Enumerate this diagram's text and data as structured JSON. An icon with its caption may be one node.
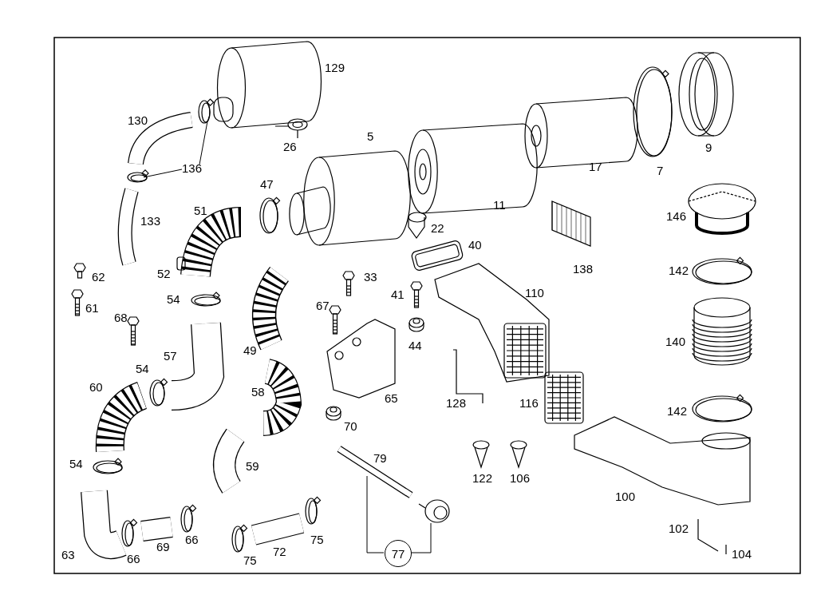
{
  "diagram": {
    "nodes": [
      {
        "text": [
          "136"
        ]
      },
      {
        "text": [],
        "shape": "picture"
      },
      {
        "text": [],
        "shape": "picture"
      },
      {
        "text": [
          "77"
        ]
      },
      {
        "text": [],
        "shape": "picture"
      },
      {
        "text": [],
        "shape": "picture"
      }
    ],
    "edges": [
      {
        "from": 0,
        "to": 1,
        "arrow": "none"
      },
      {
        "from": 0,
        "to": 2,
        "arrow": "none"
      },
      {
        "from": 3,
        "to": 4,
        "arrow": "none"
      },
      {
        "from": 3,
        "to": 5,
        "arrow": "none"
      }
    ],
    "labels": [
      "129",
      "130",
      "5",
      "26",
      "9",
      "17",
      "7",
      "11",
      "47",
      "146",
      "51",
      "133",
      "22",
      "40",
      "138",
      "52",
      "62",
      "33",
      "142",
      "61",
      "54",
      "41",
      "110",
      "67",
      "68",
      "44",
      "140",
      "49",
      "57",
      "54",
      "60",
      "58",
      "65",
      "128",
      "116",
      "142",
      "70",
      "54",
      "59",
      "79",
      "122",
      "106",
      "100",
      "63",
      "66",
      "69",
      "66",
      "75",
      "72",
      "75",
      "102",
      "104"
    ]
  }
}
